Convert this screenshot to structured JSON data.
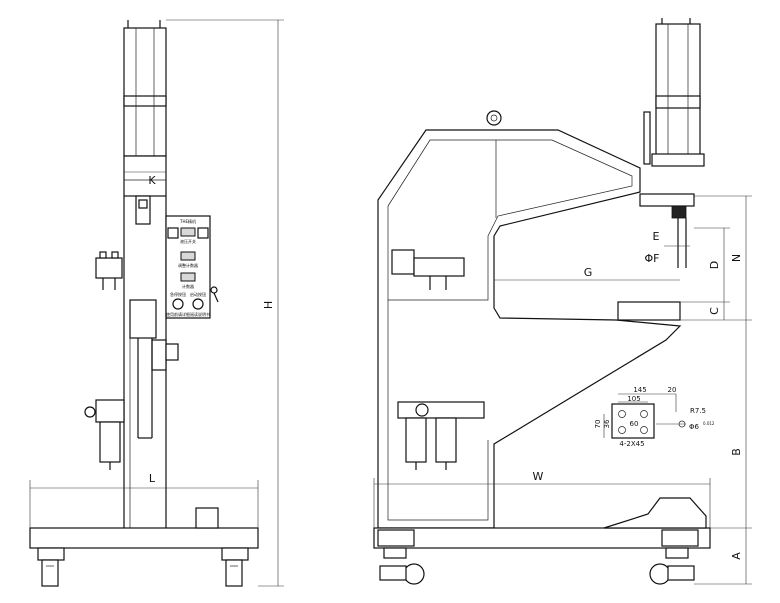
{
  "dimensions": {
    "K": "K",
    "H": "H",
    "L": "L",
    "G": "G",
    "E": "E",
    "F": "ΦF",
    "D": "D",
    "N": "N",
    "C": "C",
    "B": "B",
    "W": "W",
    "A": "A"
  },
  "detail": {
    "d145": "145",
    "d20": "20",
    "d105": "105",
    "d60": "60",
    "d70": "70",
    "d36": "36",
    "radius": "R7.5",
    "hole": "Φ6",
    "hole_tol": "0.012",
    "holes": "4-2X45"
  },
  "panel": {
    "title": "THE精机",
    "row1": "液压开关",
    "row2": "调整计数器",
    "row3": "计数器",
    "btn1": "急停按钮",
    "btn2": "启动按钮",
    "footer": "使用前请详细阅读说明书"
  }
}
